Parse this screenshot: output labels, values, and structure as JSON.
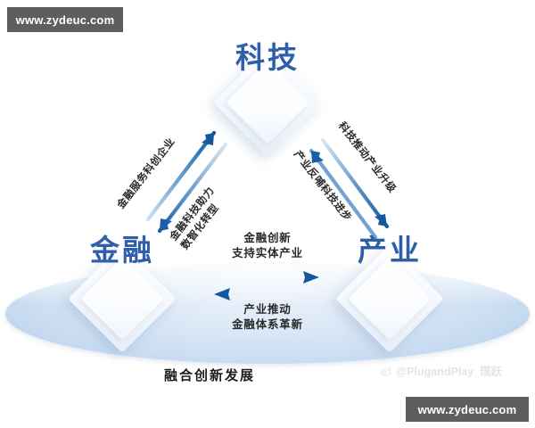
{
  "diagram": {
    "caption": "融合创新发展",
    "nodes": [
      {
        "id": "tech",
        "label": "科技",
        "position": "top"
      },
      {
        "id": "finance",
        "label": "金融",
        "position": "bottom-left"
      },
      {
        "id": "industry",
        "label": "产业",
        "position": "bottom-right"
      }
    ],
    "connections": [
      {
        "id": "finance-to-tech",
        "from": "金融",
        "to": "科技",
        "direction": "up-right",
        "label_lines": [
          "金融服务科创企业"
        ],
        "label": "金融服务科创企业"
      },
      {
        "id": "tech-to-finance",
        "from": "科技",
        "to": "金融",
        "direction": "down-left",
        "label_lines": [
          "金融科技助力",
          "数智化转型"
        ],
        "label": "金融科技助力数智化转型"
      },
      {
        "id": "tech-to-industry",
        "from": "科技",
        "to": "产业",
        "direction": "down-right",
        "label_lines": [
          "科技推动产业升级"
        ],
        "label": "科技推动产业升级"
      },
      {
        "id": "industry-to-tech",
        "from": "产业",
        "to": "科技",
        "direction": "up-left",
        "label_lines": [
          "产业反哺科技进步"
        ],
        "label": "产业反哺科技进步"
      },
      {
        "id": "finance-to-industry",
        "from": "金融",
        "to": "产业",
        "direction": "right",
        "label_lines": [
          "金融创新",
          "支持实体产业"
        ],
        "label": "金融创新支持实体产业"
      },
      {
        "id": "industry-to-finance",
        "from": "产业",
        "to": "金融",
        "direction": "left",
        "label_lines": [
          "产业推动",
          "金融体系革新"
        ],
        "label": "产业推动金融体系革新"
      }
    ],
    "colors": {
      "node_label": "#2f5fa8",
      "arrow_dark": "#1a5fa8",
      "arrow_light": "#cfe0f2",
      "base_ellipse": "#c3d9f0",
      "caption_text": "#1c1c1c"
    }
  },
  "watermarks": {
    "top_site": "www.zydeuc.com",
    "bottom_site": "www.zydeuc.com",
    "weibo_handle": "@PlugandPlay_璞跃"
  }
}
